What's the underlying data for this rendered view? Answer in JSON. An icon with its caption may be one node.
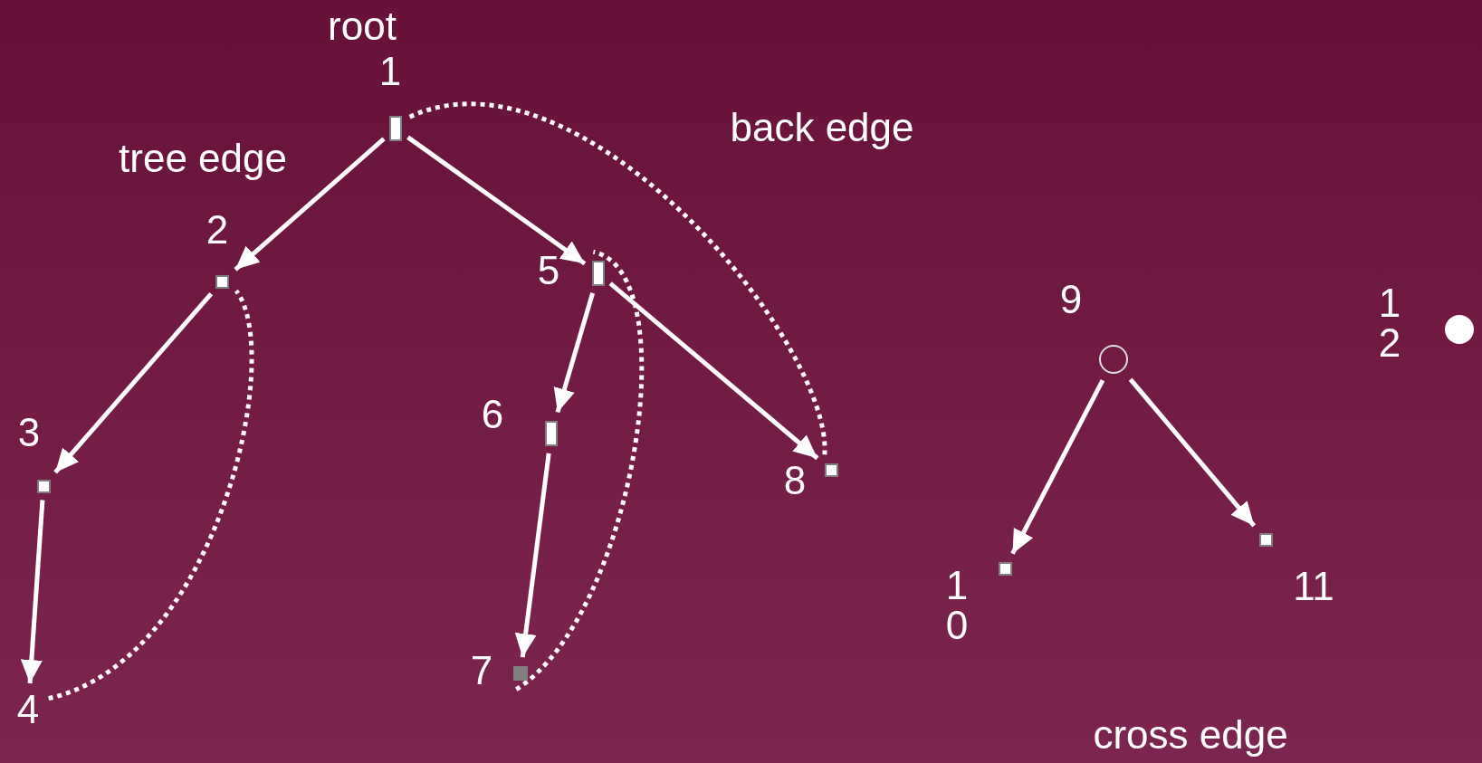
{
  "diagram": {
    "nodes": [
      {
        "text": [
          "root",
          "1"
        ]
      },
      {
        "text": [
          "2"
        ]
      },
      {
        "text": [
          "3"
        ]
      },
      {
        "text": [
          "4"
        ]
      },
      {
        "text": [
          "5"
        ]
      },
      {
        "text": [
          "6"
        ]
      },
      {
        "text": [
          "7"
        ]
      },
      {
        "text": [
          "8"
        ]
      },
      {
        "text": [
          "9"
        ]
      },
      {
        "text": [
          "10"
        ]
      },
      {
        "text": [
          "11"
        ]
      },
      {
        "text": [
          "12"
        ]
      }
    ],
    "edges": [
      {
        "from": 0,
        "to": 1,
        "arrow": "to"
      },
      {
        "from": 0,
        "to": 4,
        "arrow": "to"
      },
      {
        "from": 1,
        "to": 2,
        "arrow": "to"
      },
      {
        "from": 2,
        "to": 3,
        "arrow": "to"
      },
      {
        "from": 4,
        "to": 5,
        "arrow": "to"
      },
      {
        "from": 5,
        "to": 6,
        "arrow": "to"
      },
      {
        "from": 4,
        "to": 7,
        "arrow": "to"
      },
      {
        "from": 8,
        "to": 9,
        "arrow": "to"
      },
      {
        "from": 8,
        "to": 10,
        "arrow": "to"
      },
      {
        "from": 3,
        "to": 1,
        "arrow": "none",
        "style": "dashed"
      },
      {
        "from": 6,
        "to": 4,
        "arrow": "none",
        "style": "dashed"
      },
      {
        "from": 7,
        "to": 0,
        "arrow": "none",
        "style": "dashed"
      }
    ],
    "labels": [
      "tree edge",
      "back edge",
      "cross edge"
    ]
  }
}
